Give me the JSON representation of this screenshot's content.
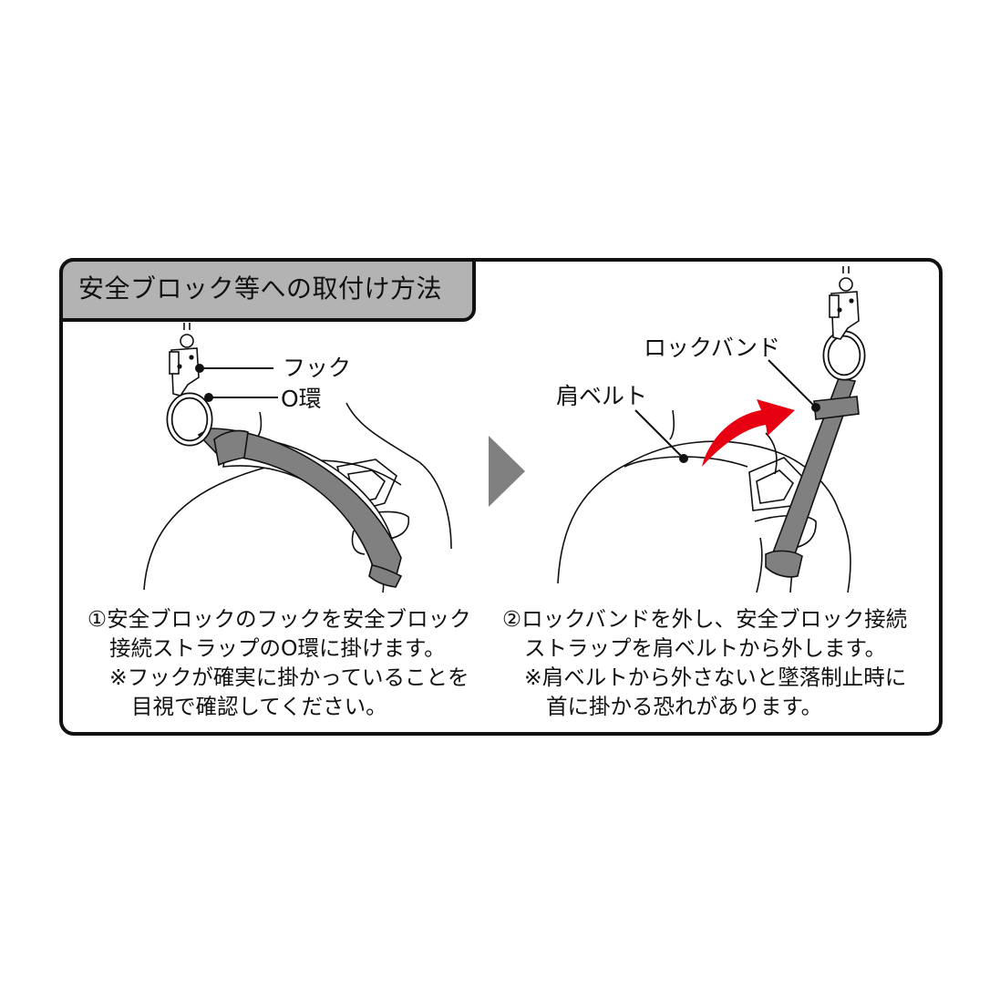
{
  "header": {
    "title": "安全ブロック等への取付け方法"
  },
  "step1": {
    "labels": {
      "hook": "フック",
      "o_ring": "O環"
    },
    "caption": {
      "line1": "①安全ブロックのフックを安全ブロック",
      "line2": "接続ストラップのO環に掛けます。",
      "line3": "※フックが確実に掛かっていることを",
      "line4": "目視で確認してください。"
    }
  },
  "step2": {
    "labels": {
      "lock_band": "ロックバンド",
      "shoulder_belt": "肩ベルト"
    },
    "caption": {
      "line1": "②ロックバンドを外し、安全ブロック接続",
      "line2": "ストラップを肩ベルトから外します。",
      "line3": "※肩ベルトから外さないと墜落制止時に",
      "line4": "首に掛かる恐れがあります。"
    }
  },
  "colors": {
    "frame": "#111111",
    "header_bg": "#b3b3b3",
    "strap": "#7f7f7f",
    "arrow_red": "#e60012",
    "step_arrow": "#808080"
  },
  "icons": {
    "step_arrow": "triangle-right-icon",
    "motion_arrow": "curved-arrow-icon"
  }
}
